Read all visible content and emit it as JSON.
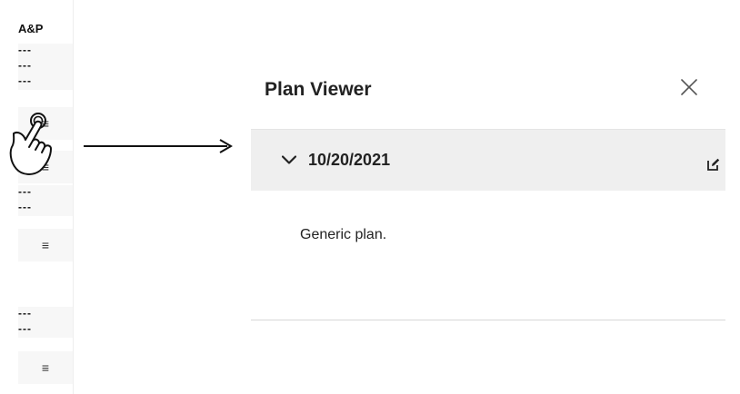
{
  "sidebar": {
    "header": "A&P",
    "dash": "---",
    "menu_glyph": "≡"
  },
  "panel": {
    "title": "Plan Viewer",
    "entry": {
      "date": "10/20/2021",
      "text": "Generic plan."
    }
  },
  "icons": [
    "hand-pointer-icon",
    "arrow-right-icon",
    "close-icon",
    "chevron-down-icon",
    "edit-icon"
  ],
  "colors": {
    "band": "#efefef",
    "sidebar_cell": "#f7f7f7",
    "text": "#222222"
  }
}
